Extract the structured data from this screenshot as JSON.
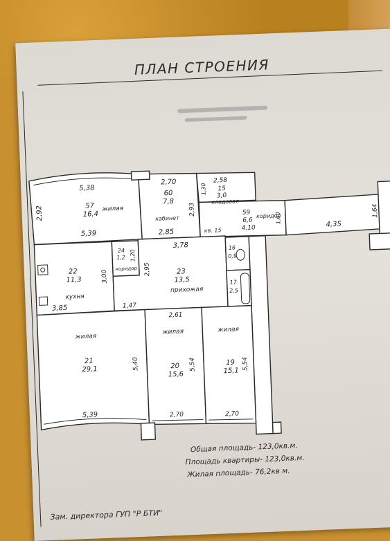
{
  "header": {
    "title": "ПЛАН СТРОЕНИЯ"
  },
  "rooms": {
    "r57": {
      "num": "57",
      "area": "16,4",
      "name": "жилая",
      "w_top": "5,38",
      "w_bottom": "5,39",
      "h_left": "2,92"
    },
    "r60": {
      "num": "60",
      "area": "7,8",
      "name": "кабинет",
      "w_top": "2,70",
      "w_bottom": "2,85",
      "h_right": "2,93"
    },
    "r15": {
      "num": "15",
      "area": "3,0",
      "name": "кладовая",
      "w_top": "2,58",
      "h_left": "1,30"
    },
    "r59": {
      "num": "59",
      "area": "6,6",
      "name": "коридор",
      "w": "4,10",
      "h_right": "1,60"
    },
    "corr_right": {
      "w": "4,35",
      "h_right": "1,64"
    },
    "kv": {
      "label": "кв. 15"
    },
    "r22": {
      "num": "22",
      "area": "11,3",
      "name": "кухня",
      "w": "3,85",
      "h_right": "3,00"
    },
    "r24": {
      "num": "24",
      "area": "1,2",
      "name": "коридор",
      "h": "1,20"
    },
    "r23": {
      "num": "23",
      "area": "13,5",
      "name": "прихожая",
      "w_top": "3,78",
      "w_bottom": "2,61",
      "h_left": "2,95",
      "w_small": "1,47"
    },
    "r16": {
      "num": "16",
      "area": "0,9"
    },
    "r17": {
      "num": "17",
      "area": "2,5"
    },
    "r21": {
      "num": "21",
      "area": "29,1",
      "name": "жилая",
      "h_right": "5,40",
      "w_bottom": "5,39"
    },
    "r20": {
      "num": "20",
      "area": "15,6",
      "name": "жилая",
      "h_right": "5,54",
      "w_bottom": "2,70"
    },
    "r19": {
      "num": "19",
      "area": "15,1",
      "name": "жилая",
      "h_right": "5,54",
      "w_bottom": "2,70"
    }
  },
  "summary": {
    "total": "Общая площадь- 123,0кв.м.",
    "apartment": "Площадь квартиры- 123,0кв.м.",
    "living": "Жилая площадь- 76,2кв м."
  },
  "footer": {
    "signature": "Зам. директора ГУП \"Р БТИ\""
  }
}
